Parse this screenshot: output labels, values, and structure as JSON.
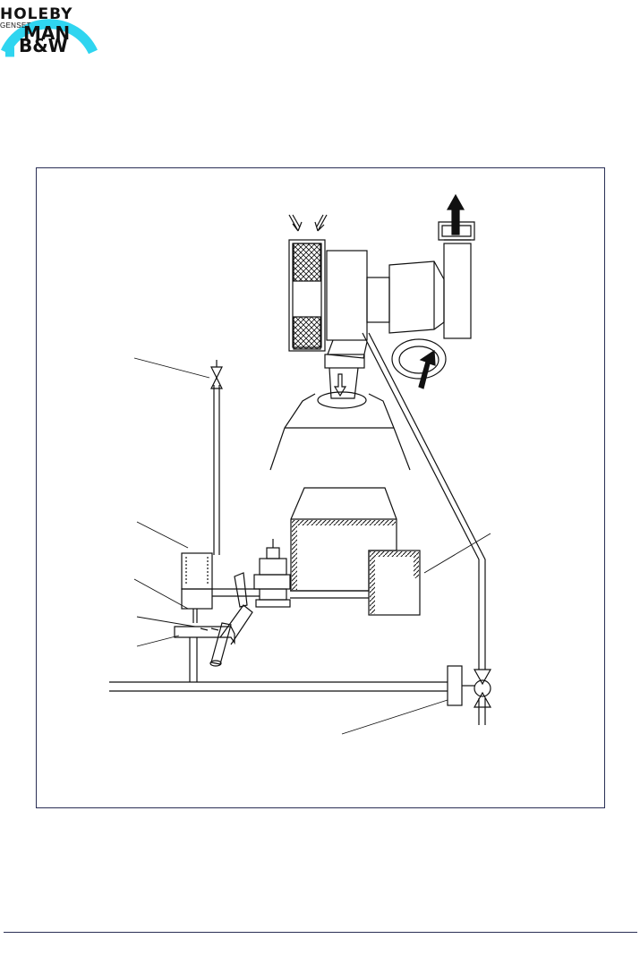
{
  "logo": {
    "brand_line_1": "HOLEBY",
    "brand_line_2": "GENSET",
    "brand_line_3": "MAN",
    "brand_line_4": "B&W",
    "ring_color": "#2fd5f0"
  },
  "colors": {
    "frame": "#2a2f55",
    "line": "#111111",
    "hatch": "#111111"
  }
}
